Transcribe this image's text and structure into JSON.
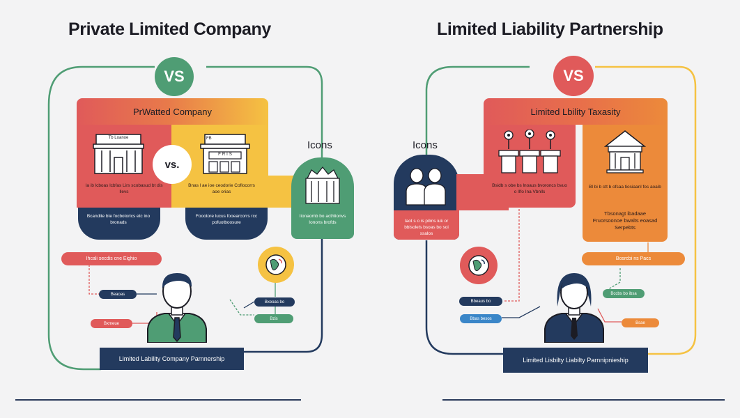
{
  "left": {
    "title": "Private Limited Company",
    "vs": "VS",
    "header": "PrWatted Company",
    "inner_vs": "vs.",
    "sign_a": "Tb   Loanoe",
    "sign_b": "FB",
    "building_b_text": "FRIS",
    "caption_a": "Ia ib lcboas lcbfas Lirs scobasud bt dis llevs",
    "caption_b": "Bnas l ae ioe ceodorie Coflocorrs aoe orias",
    "hump_a": "Bcandite bte focbotorics etc ino bronads",
    "hump_b": "Foootore lucus fooearcorrs rcc pofuotboosure",
    "icons_label": "Icons",
    "dome_caption": "Iionaomb bo acthlionvs Ionons brofds",
    "pill": "Ihcali secdis cne Eighio",
    "tag1": "Beaoas",
    "tag2": "Bxeoas bo",
    "tag3": "Bxmeue",
    "tag4": "Bzis",
    "footer": "Limited Lability Company Parnnership"
  },
  "right": {
    "title": "Limited Liability Partnership",
    "vs": "VS",
    "icons_label": "Icons",
    "header": "Limited Lbility Taxasity",
    "banner_caption": "Iaot s o is pilms iuk or bbisolels bsoas bo soi ssalos",
    "icons_caption": "Bsidb s obe bs lnoaus bvoroncs bvuo o Ilfo Ina  Vbnlls",
    "orange_caption_top": "Bl bi b ctt b ofsaa tiosiaanl fos aoaib",
    "orange_caption": "Tbsonagt ibadaae Fruorsoonoe bwalts eoasad Serpebts",
    "pill": "Bosrcbi ns Pacs",
    "tag1": "Bccbs bo ibsa",
    "tag2": "Bbeaus bo",
    "tag3": "Bbas besos",
    "tag4": "Bsae",
    "footer": "Limited Lisbilty Liabilty Parnnipnieship"
  },
  "colors": {
    "red": "#e05a5a",
    "yellow": "#f5c242",
    "green": "#4f9d74",
    "orange": "#ec8a3a",
    "navy": "#233a5e",
    "ink": "#1c1c24"
  }
}
